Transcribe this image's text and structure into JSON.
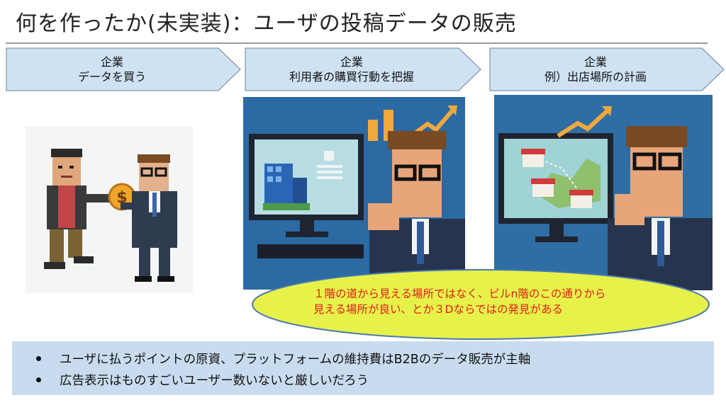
{
  "slide": {
    "title": "何を作ったか(未実装)：ユーザの投稿データの販売"
  },
  "steps": [
    {
      "line1": "企業",
      "line2": "データを買う"
    },
    {
      "line1": "企業",
      "line2": "利用者の購買行動を把握"
    },
    {
      "line1": "企業",
      "line2": "例）出店場所の計画"
    }
  ],
  "callout": {
    "line1": "１階の道から見える場所ではなく、ビルn階のこの通りから",
    "line2": "見える場所が良い、とか３Dならではの発見がある"
  },
  "bullets": [
    "ユーザに払うポイントの原資、プラットフォームの維持費はB2Bのデータ販売が主軸",
    "広告表示はものすごいユーザー数いないと厳しいだろう"
  ],
  "colors": {
    "arrow_fill": "#cfe2f3",
    "arrow_stroke": "#6f8196",
    "callout_fill": "#e6f24a",
    "callout_text": "#e21b1b",
    "bullet_box": "#c9dcef"
  },
  "icons": {
    "panel1": "people-exchanging-coin-illustration",
    "panel2": "businessman-analyzing-building-data-illustration",
    "panel3": "businessman-planning-store-location-map-illustration"
  }
}
